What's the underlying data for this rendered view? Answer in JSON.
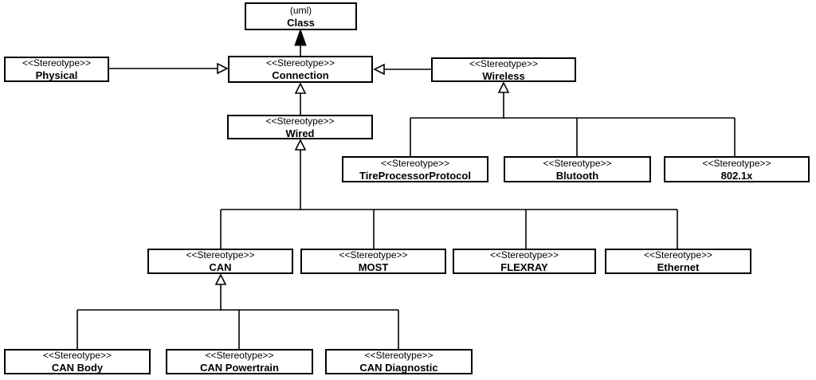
{
  "diagram": {
    "kind": "uml-stereotype-hierarchy",
    "background": "#ffffff",
    "line_color": "#000000",
    "box_fill": "#ffffff",
    "box_border": "#000000"
  },
  "boxes": {
    "umlClass": {
      "top": "(uml)",
      "name": "Class"
    },
    "physical": {
      "top": "<<Stereotype>>",
      "name": "Physical"
    },
    "connection": {
      "top": "<<Stereotype>>",
      "name": "Connection"
    },
    "wireless": {
      "top": "<<Stereotype>>",
      "name": "Wireless"
    },
    "wired": {
      "top": "<<Stereotype>>",
      "name": "Wired"
    },
    "tireProcessorProtocol": {
      "top": "<<Stereotype>>",
      "name": "TireProcessorProtocol"
    },
    "blutooth": {
      "top": "<<Stereotype>>",
      "name": "Blutooth"
    },
    "ieee8021x": {
      "top": "<<Stereotype>>",
      "name": "802.1x"
    },
    "can": {
      "top": "<<Stereotype>>",
      "name": "CAN"
    },
    "most": {
      "top": "<<Stereotype>>",
      "name": "MOST"
    },
    "flexray": {
      "top": "<<Stereotype>>",
      "name": "FLEXRAY"
    },
    "ethernet": {
      "top": "<<Stereotype>>",
      "name": "Ethernet"
    },
    "canBody": {
      "top": "<<Stereotype>>",
      "name": "CAN Body"
    },
    "canPowertrain": {
      "top": "<<Stereotype>>",
      "name": "CAN Powertrain"
    },
    "canDiagnostic": {
      "top": "<<Stereotype>>",
      "name": "CAN Diagnostic"
    }
  },
  "edges": [
    {
      "from": "Connection",
      "to": "Class",
      "type": "extension-solid-arrow"
    },
    {
      "from": "Physical",
      "to": "Connection",
      "type": "generalization-hollow-arrow"
    },
    {
      "from": "Wireless",
      "to": "Connection",
      "type": "generalization-hollow-arrow"
    },
    {
      "from": "Wired",
      "to": "Connection",
      "type": "generalization-hollow-arrow"
    },
    {
      "from": "TireProcessorProtocol",
      "to": "Wireless",
      "type": "generalization-hollow-arrow"
    },
    {
      "from": "Blutooth",
      "to": "Wireless",
      "type": "generalization-hollow-arrow"
    },
    {
      "from": "802.1x",
      "to": "Wireless",
      "type": "generalization-hollow-arrow"
    },
    {
      "from": "CAN",
      "to": "Wired",
      "type": "generalization-hollow-arrow"
    },
    {
      "from": "MOST",
      "to": "Wired",
      "type": "generalization-hollow-arrow"
    },
    {
      "from": "FLEXRAY",
      "to": "Wired",
      "type": "generalization-hollow-arrow"
    },
    {
      "from": "Ethernet",
      "to": "Wired",
      "type": "generalization-hollow-arrow"
    },
    {
      "from": "CAN Body",
      "to": "CAN",
      "type": "generalization-hollow-arrow"
    },
    {
      "from": "CAN Powertrain",
      "to": "CAN",
      "type": "generalization-hollow-arrow"
    },
    {
      "from": "CAN Diagnostic",
      "to": "CAN",
      "type": "generalization-hollow-arrow"
    }
  ]
}
